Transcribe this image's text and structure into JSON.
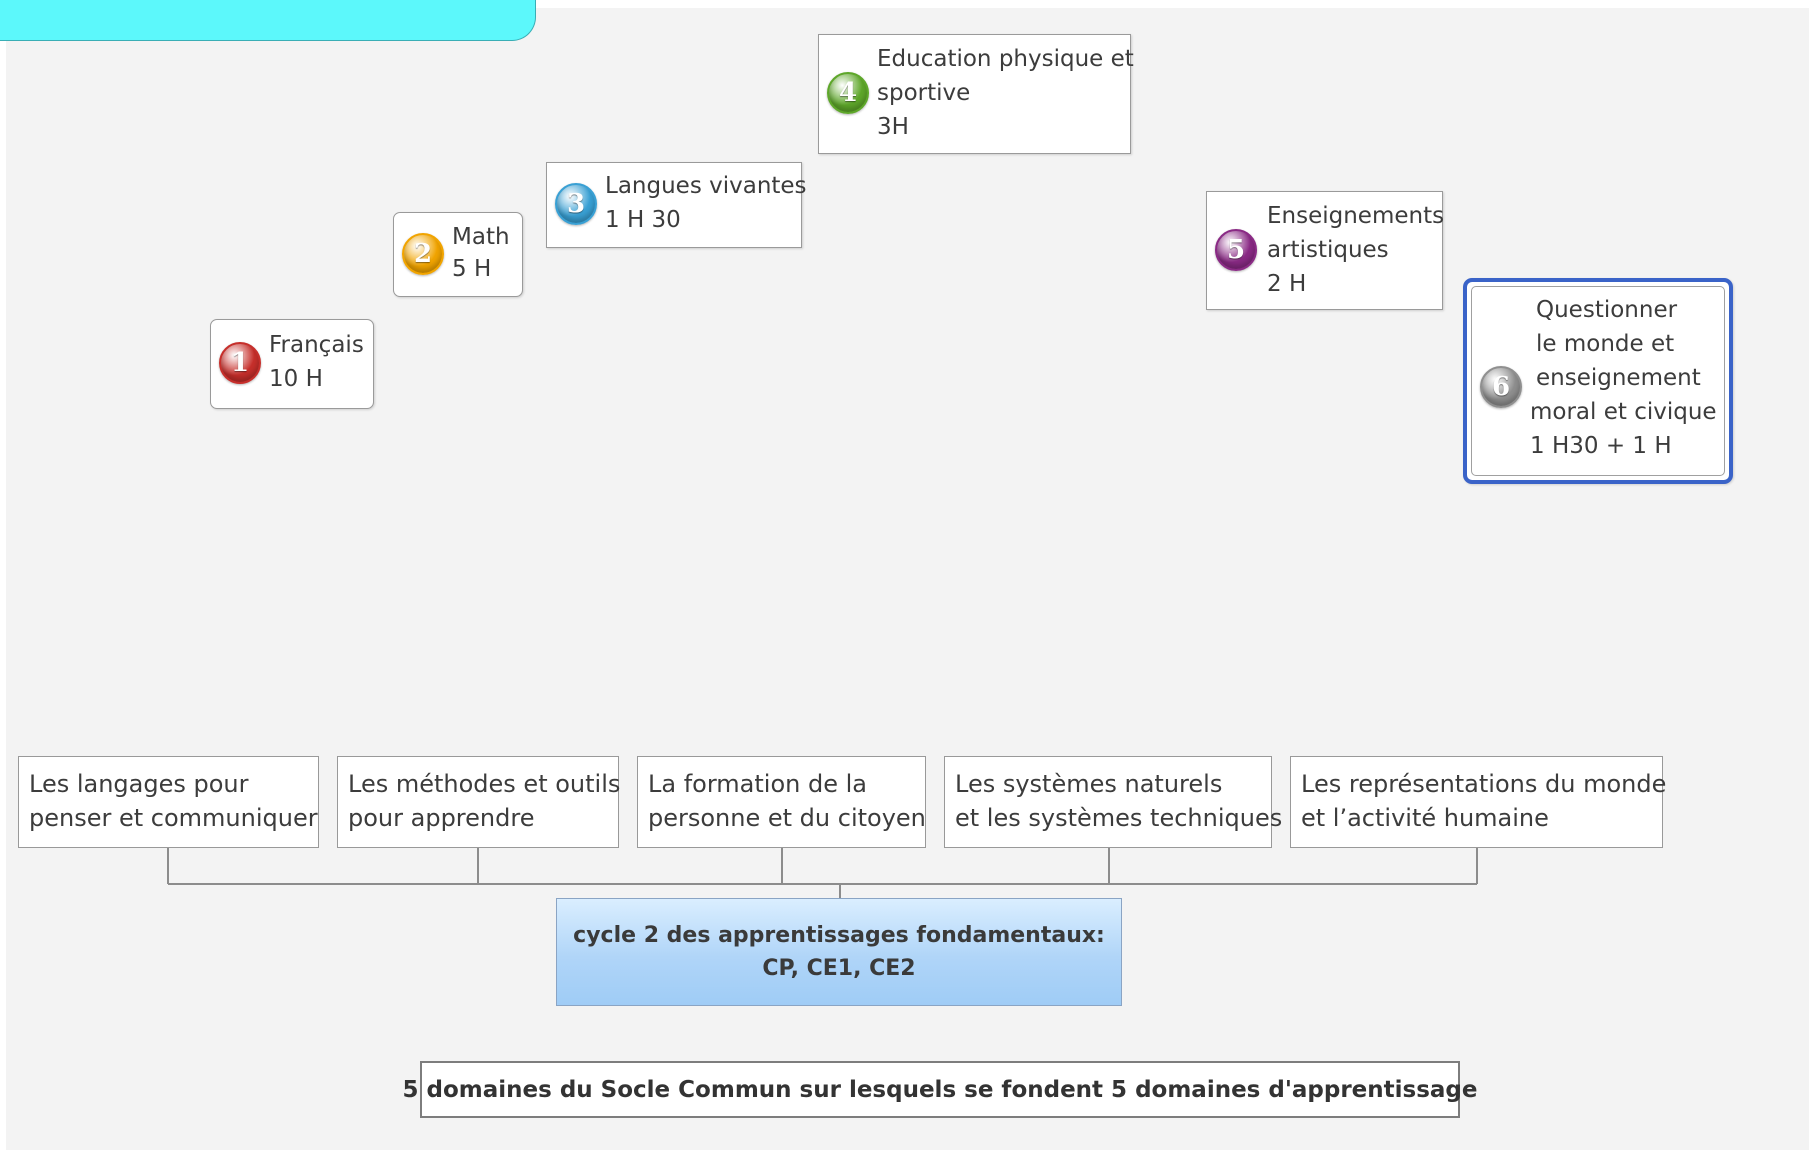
{
  "subjects": [
    {
      "number": "1",
      "lines": [
        "Français",
        "10 H"
      ],
      "color": "#c62f2b"
    },
    {
      "number": "2",
      "lines": [
        "Math",
        "5 H"
      ],
      "color": "#f1a400"
    },
    {
      "number": "3",
      "lines": [
        "Langues vivantes",
        "1 H 30"
      ],
      "color": "#39a0d4"
    },
    {
      "number": "4",
      "lines": [
        "Education physique et",
        "sportive",
        "3H"
      ],
      "color": "#5ea72a"
    },
    {
      "number": "5",
      "lines": [
        "Enseignements",
        "artistiques",
        "2 H"
      ],
      "color": "#8a2a85"
    },
    {
      "number": "6",
      "lines": [
        "Questionner",
        "le monde et",
        "enseignement",
        "moral et civique",
        "1 H30 + 1 H"
      ],
      "color": "#8f8f8f"
    }
  ],
  "domains": [
    {
      "lines": [
        "Les langages pour",
        "penser et communiquer"
      ]
    },
    {
      "lines": [
        "Les méthodes et outils",
        "pour apprendre"
      ]
    },
    {
      "lines": [
        "La formation de la",
        "personne et du citoyen"
      ]
    },
    {
      "lines": [
        "Les systèmes naturels",
        "et les systèmes techniques"
      ]
    },
    {
      "lines": [
        "Les représentations du monde",
        "et l’activité humaine"
      ]
    }
  ],
  "central": {
    "line1": "cycle 2  des apprentissages fondamentaux:",
    "line2": "CP, CE1, CE2"
  },
  "footer": "5 domaines du Socle Commun sur lesquels se fondent 5 domaines d'apprentissage",
  "colors": {
    "central_fill": "#b0d5f8",
    "tab_fill": "#5cf8fb",
    "selection_border": "#3a63c8"
  }
}
